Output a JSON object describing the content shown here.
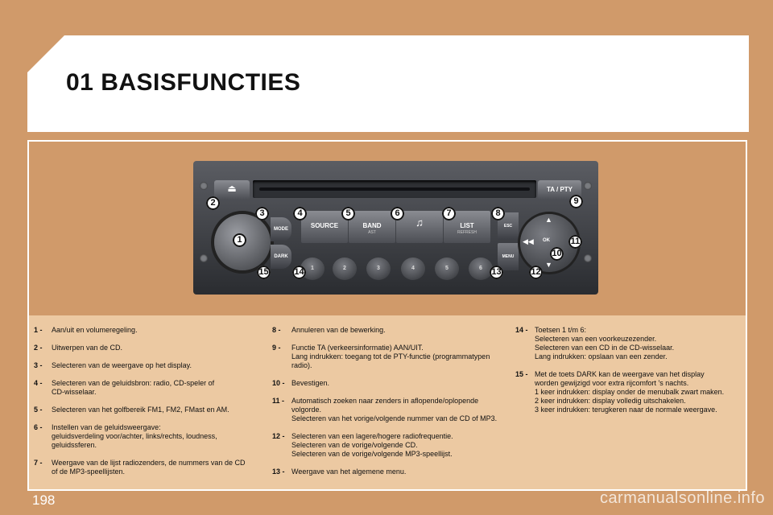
{
  "page": {
    "title": "01 BASISFUNCTIES",
    "page_number": "198",
    "watermark": "carmanualsonline.info"
  },
  "radio": {
    "buttons": {
      "mode": "MODE",
      "dark": "DARK",
      "source": "SOURCE",
      "band": "BAND",
      "band_sub": "AST",
      "music": "♫",
      "list": "LIST",
      "list_sub": "REFRESH",
      "esc": "ESC",
      "menu": "MENU",
      "tapty": "TA / PTY",
      "ok": "OK"
    },
    "presets": [
      "1",
      "2",
      "3",
      "4",
      "5",
      "6"
    ],
    "callouts": [
      "1",
      "2",
      "3",
      "4",
      "5",
      "6",
      "7",
      "8",
      "9",
      "10",
      "11",
      "12",
      "13",
      "14",
      "15"
    ]
  },
  "items": {
    "col1": [
      {
        "num": "1 -",
        "text": "Aan/uit en volumeregeling."
      },
      {
        "num": "2 -",
        "text": "Uitwerpen van de CD."
      },
      {
        "num": "3 -",
        "text": "Selecteren van de weergave op het display."
      },
      {
        "num": "4 -",
        "text": "Selecteren van de geluidsbron: radio, CD-speler of\nCD-wisselaar."
      },
      {
        "num": "5 -",
        "text": "Selecteren van het golfbereik FM1, FM2, FMast en AM."
      },
      {
        "num": "6 -",
        "text": "Instellen van de geluidsweergave:\ngeluidsverdeling voor/achter, links/rechts, loudness,\ngeluidssferen."
      },
      {
        "num": "7 -",
        "text": "Weergave van de lijst radiozenders, de nummers van de CD\nof de MP3-speellijsten."
      }
    ],
    "col2": [
      {
        "num": "8 -",
        "text": "Annuleren van de bewerking."
      },
      {
        "num": "9 -",
        "text": "Functie TA (verkeersinformatie) AAN/UIT.\nLang indrukken: toegang tot de PTY-functie (programmatypen\nradio)."
      },
      {
        "num": "10 -",
        "text": "Bevestigen."
      },
      {
        "num": "11 -",
        "text": "Automatisch zoeken naar zenders in aflopende/oplopende\nvolgorde.\nSelecteren van het vorige/volgende nummer van de CD of MP3."
      },
      {
        "num": "12 -",
        "text": "Selecteren van een lagere/hogere radiofrequentie.\nSelecteren van de vorige/volgende CD.\nSelecteren van de vorige/volgende MP3-speellijst."
      },
      {
        "num": "13 -",
        "text": "Weergave van het algemene menu."
      }
    ],
    "col3": [
      {
        "num": "14 -",
        "text": "Toetsen 1 t/m 6:\nSelecteren van een voorkeuzezender.\nSelecteren van een CD in de CD-wisselaar.\nLang indrukken: opslaan van een zender."
      },
      {
        "num": "15 -",
        "text": "Met de toets DARK kan de weergave van het display\nworden gewijzigd voor extra rijcomfort 's nachts.\n1 keer indrukken: display onder de menubalk zwart maken.\n2 keer indrukken: display volledig uitschakelen.\n3 keer indrukken: terugkeren naar de normale weergave."
      }
    ]
  }
}
